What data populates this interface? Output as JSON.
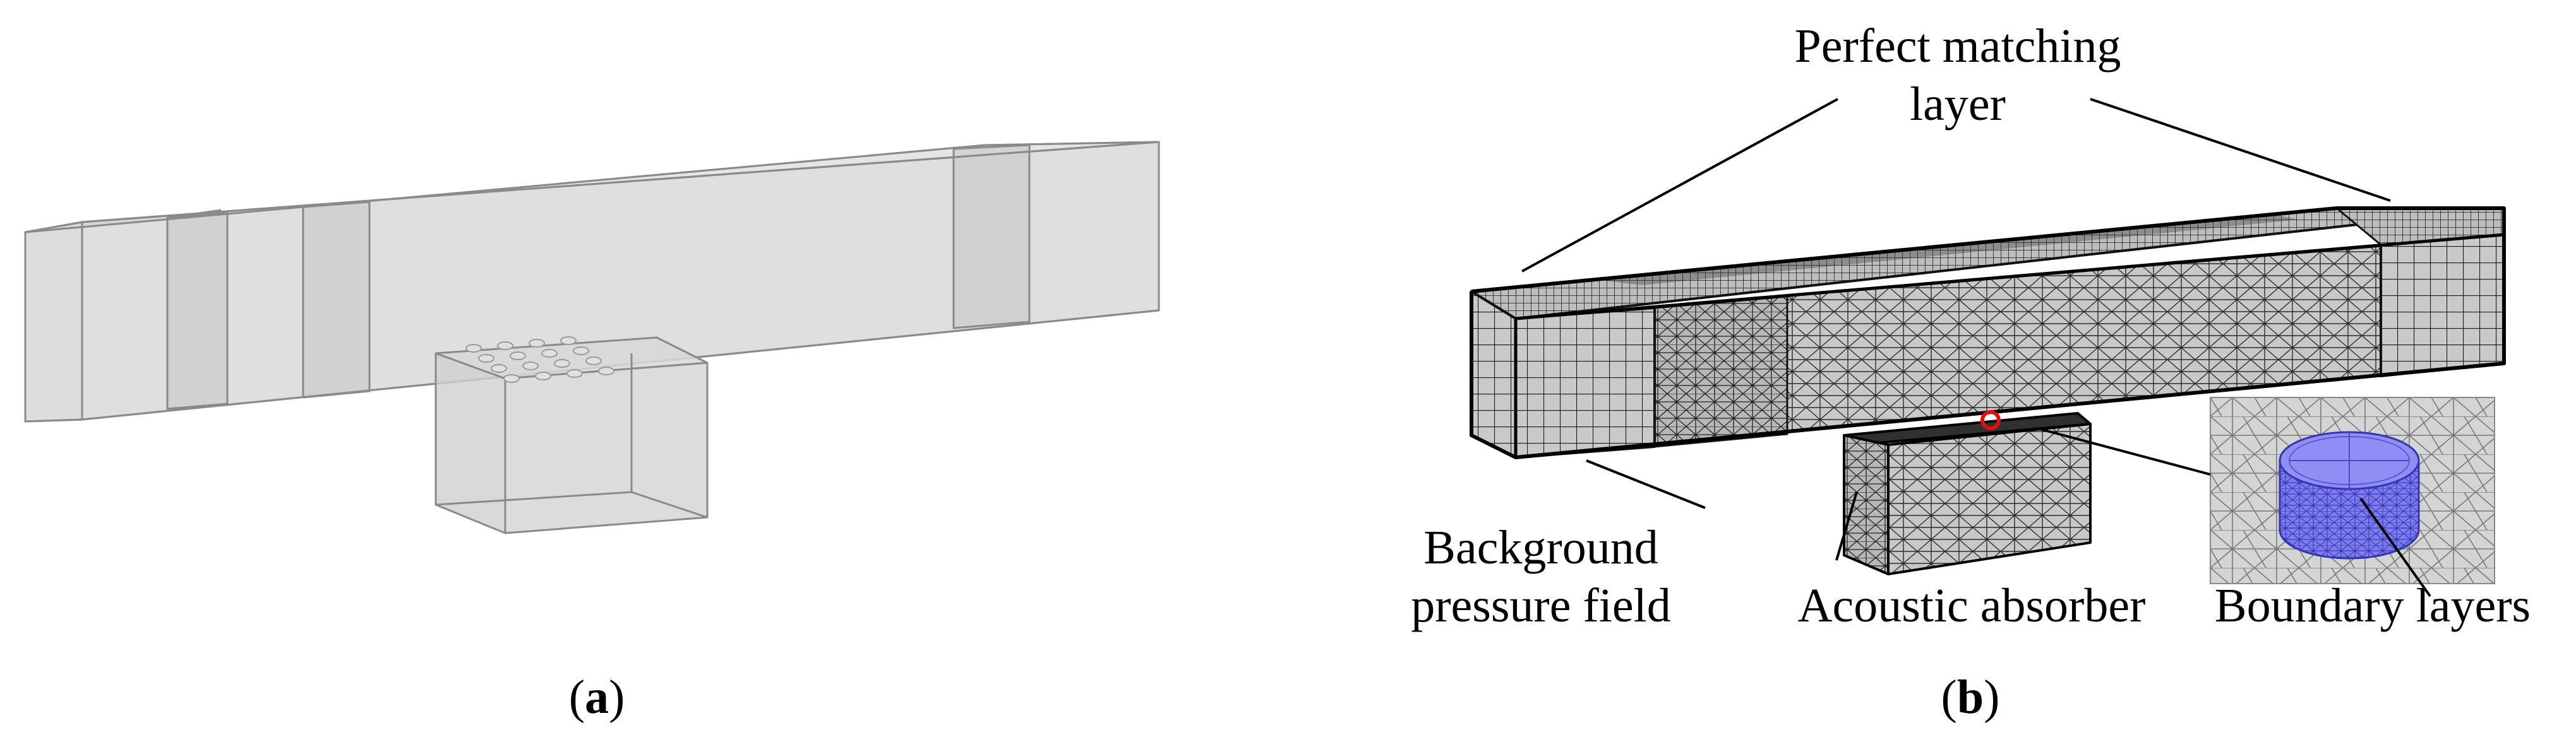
{
  "figure": {
    "panel_a": {
      "caption_open": "(",
      "caption_letter": "a",
      "caption_close": ")"
    },
    "panel_b": {
      "caption_open": "(",
      "caption_letter": "b",
      "caption_close": ")",
      "labels": {
        "pml_line1": "Perfect matching",
        "pml_line2": "layer",
        "bg_line1": "Background",
        "bg_line2": "pressure field",
        "absorber": "Acoustic absorber",
        "boundary": "Boundary layers"
      }
    },
    "colors": {
      "box_fill": "#cfcfcf",
      "box_edge": "#8a8a8a",
      "mesh_fill": "#c6c6c6",
      "mesh_line": "#1e1e1e",
      "highlight_circle": "#e01010",
      "inset_bg": "#d2d2d2",
      "cylinder": "#7a7ae8"
    }
  }
}
